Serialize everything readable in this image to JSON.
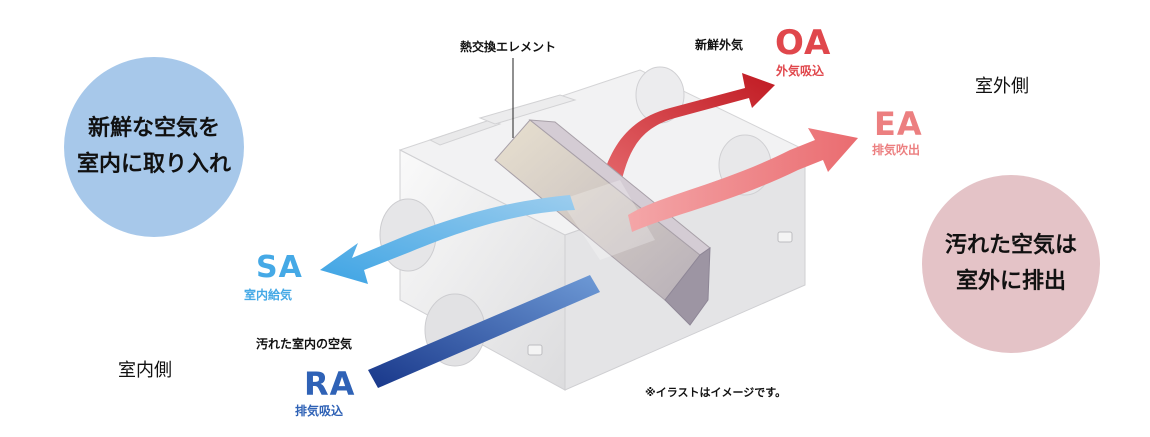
{
  "left_bubble": {
    "line1": "新鮮な空気を",
    "line2": "室内に取り入れ",
    "color": "#a7c8ea"
  },
  "right_bubble": {
    "line1": "汚れた空気は",
    "line2": "室外に排出",
    "color": "#e4c3c7"
  },
  "labels": {
    "element": "熱交換エレメント",
    "fresh_outside": "新鮮外気",
    "oa_code": "OA",
    "oa_text": "外気吸込",
    "ea_code": "EA",
    "ea_text": "排気吹出",
    "sa_code": "SA",
    "sa_text": "室内給気",
    "dirty_inside": "汚れた室内の空気",
    "ra_code": "RA",
    "ra_text": "排気吸込",
    "outdoor_side": "室外側",
    "indoor_side": "室内側",
    "note": "※イラストはイメージです。"
  },
  "colors": {
    "oa": "#e0474c",
    "ea": "#ec7f80",
    "sa": "#45a9e6",
    "ra": "#2f62b6",
    "dark_red": "#c41c24",
    "dark_blue": "#1d3f8e"
  }
}
